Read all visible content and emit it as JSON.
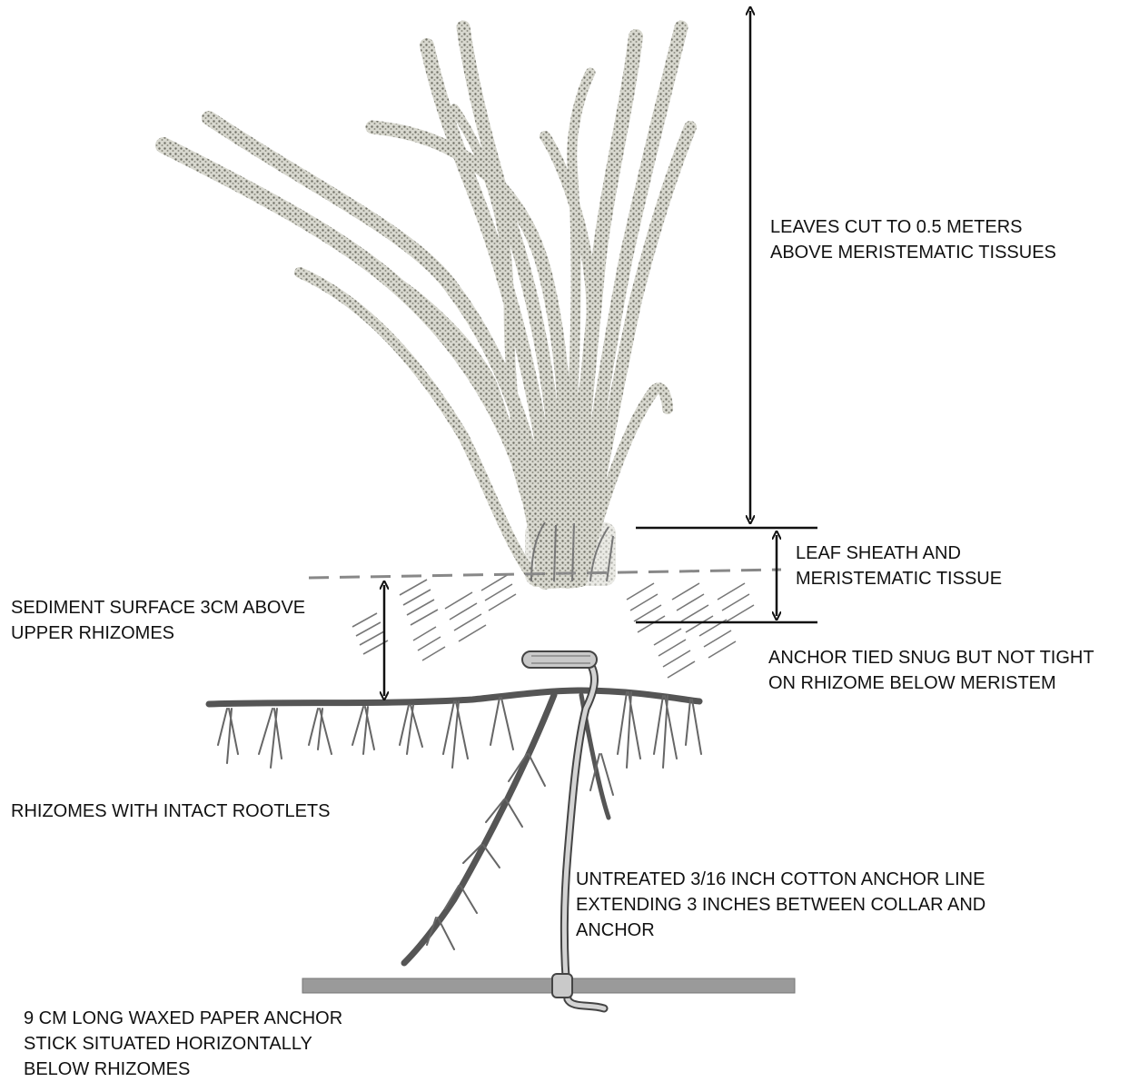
{
  "labels": {
    "leaves_cut": [
      "LEAVES CUT TO 0.5 METERS",
      "ABOVE MERISTEMATIC TISSUES"
    ],
    "leaf_sheath": [
      "LEAF SHEATH AND",
      "MERISTEMATIC TISSUE"
    ],
    "sediment_surface": [
      "SEDIMENT SURFACE 3CM ABOVE",
      "UPPER RHIZOMES"
    ],
    "anchor_tied": [
      "ANCHOR TIED SNUG BUT NOT TIGHT",
      "ON RHIZOME BELOW MERISTEM"
    ],
    "rhizomes": [
      "RHIZOMES WITH INTACT ROOTLETS"
    ],
    "anchor_line": [
      "UNTREATED 3/16 INCH COTTON ANCHOR LINE",
      "EXTENDING 3 INCHES BETWEEN COLLAR AND",
      "ANCHOR"
    ],
    "anchor_stick": [
      "9 CM LONG WAXED PAPER ANCHOR",
      "STICK SITUATED HORIZONTALLY",
      "BELOW RHIZOMES"
    ]
  },
  "colors": {
    "ink": "#111111",
    "plant": "#8a8a80",
    "stick": "#9a9a9a",
    "dashed_surface": "#888888"
  }
}
